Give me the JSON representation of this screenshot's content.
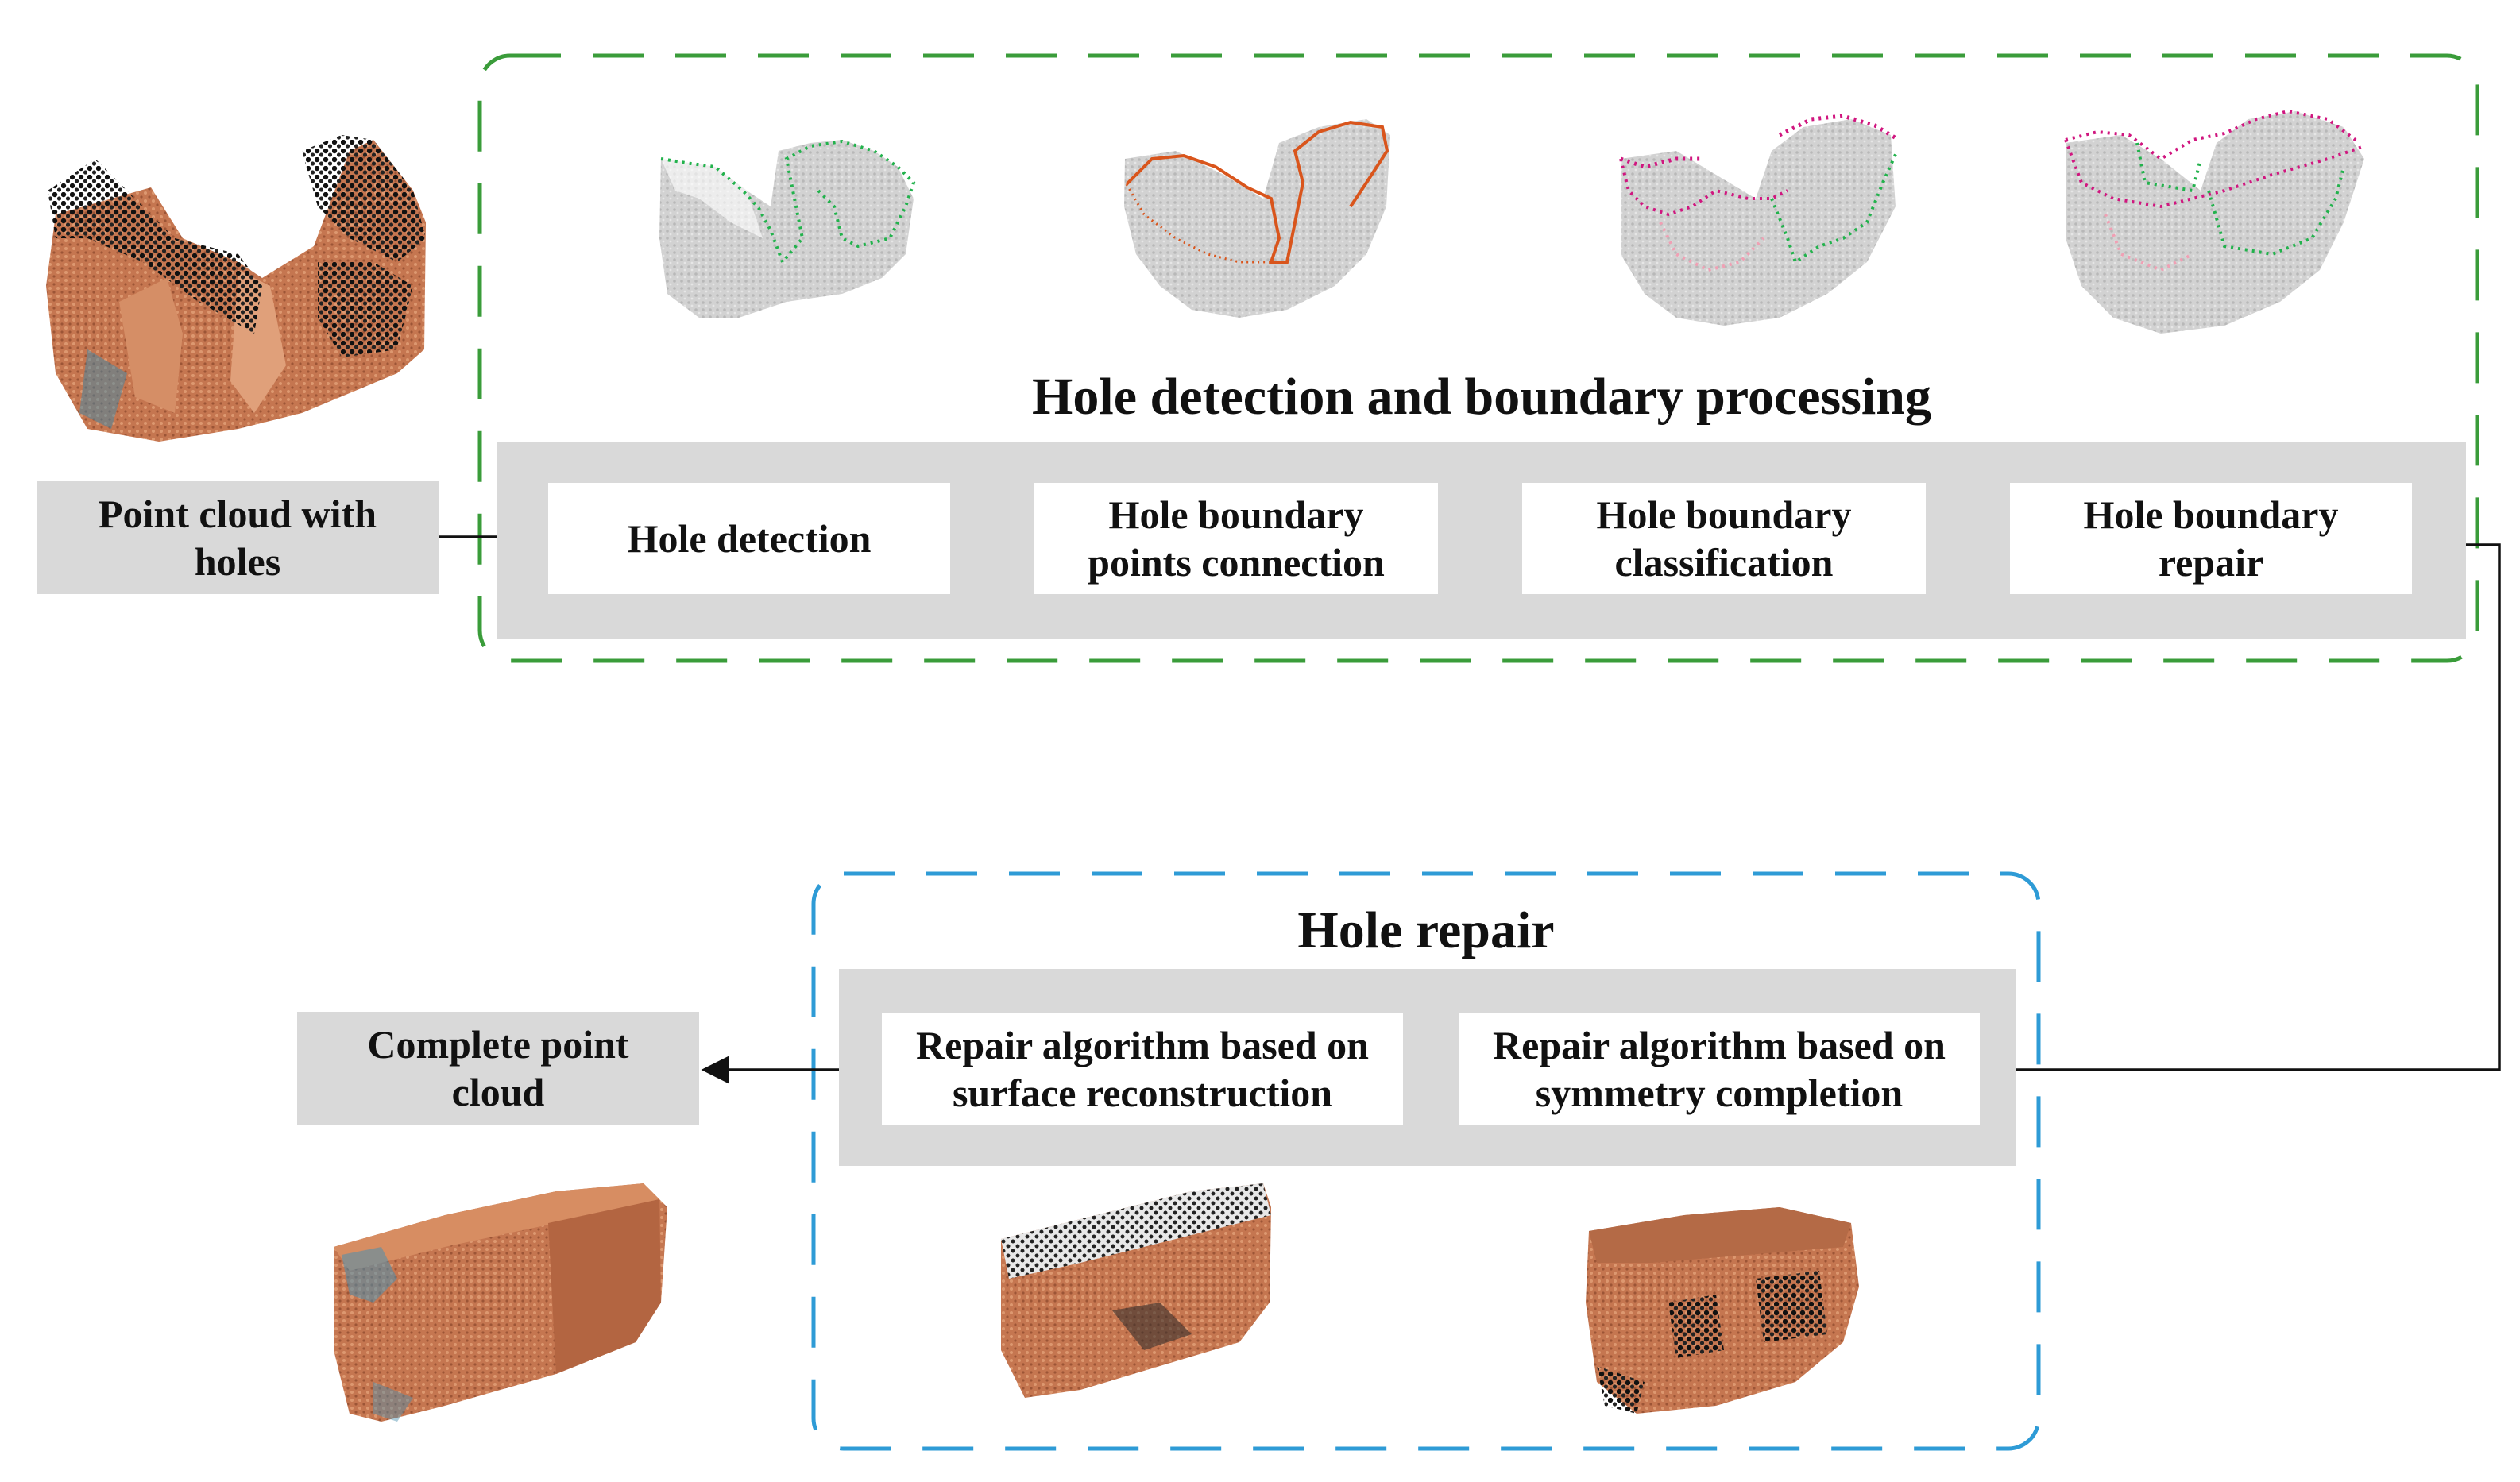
{
  "input_label": "Point cloud with holes",
  "output_label": "Complete point cloud",
  "detection_group": {
    "title": "Hole detection and boundary processing",
    "accent": "#3a9c3a",
    "steps": [
      "Hole detection",
      "Hole boundary points connection",
      "Hole boundary classification",
      "Hole boundary repair"
    ]
  },
  "repair_group": {
    "title": "Hole repair",
    "accent": "#2e9bd6",
    "steps": [
      "Repair algorithm based on  surface reconstruction",
      "Repair algorithm based on symmetry completion"
    ]
  },
  "colors": {
    "panel_gray": "#d9d9d9",
    "point_gray": "#c8c8c8",
    "boundary_green": "#22b24c",
    "boundary_orange": "#d9551c",
    "boundary_magenta": "#d0167f",
    "boundary_pink": "#f0a0b4",
    "copper": "#c87a55",
    "dark_points": "#151515"
  }
}
